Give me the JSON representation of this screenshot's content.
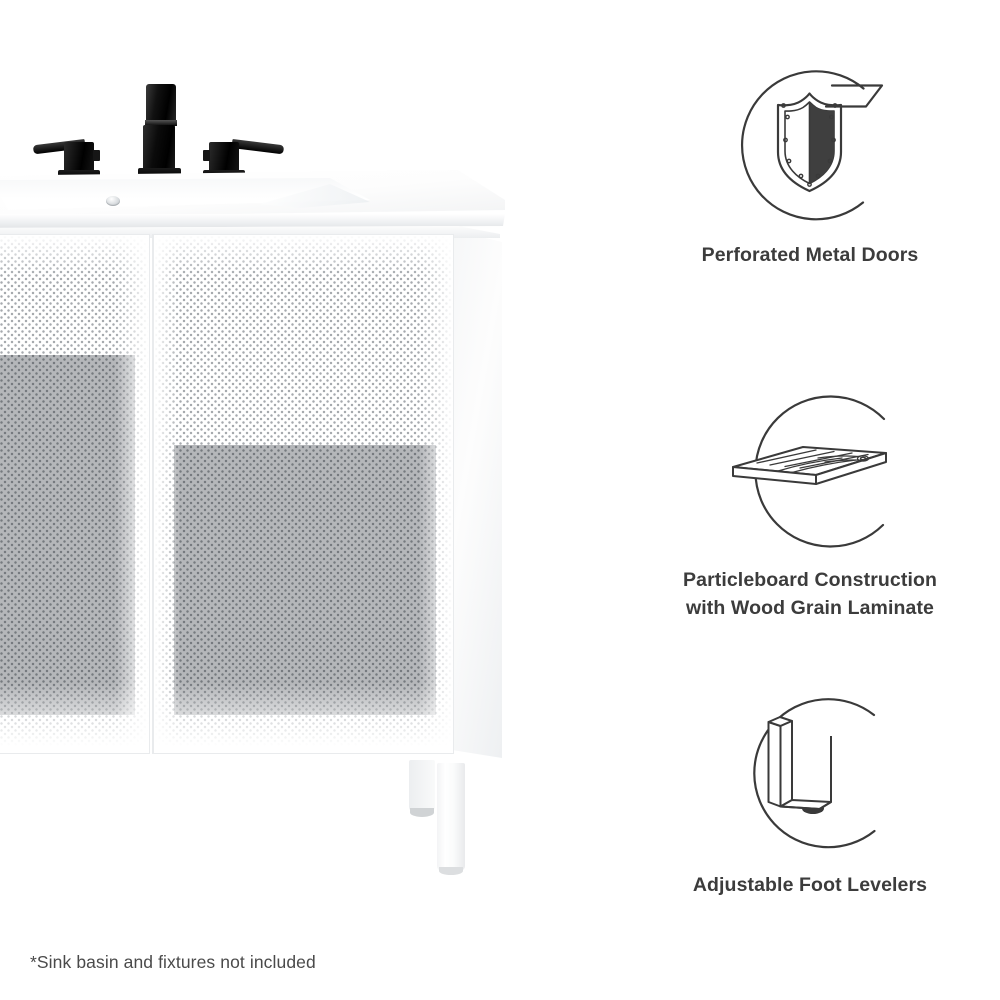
{
  "product": {
    "name": "perforated-metal-bathroom-vanity",
    "faucet": {
      "spout": "faucet-spout",
      "left_handle": "faucet-handle-left",
      "right_handle": "faucet-handle-right",
      "finish_color": "#000000"
    },
    "counter": {
      "name": "sink-counter",
      "color": "#ffffff"
    },
    "cabinet": {
      "doors": [
        "door-left",
        "door-right"
      ],
      "door_surface": "perforated-metal-mesh",
      "body_color": "#ffffff",
      "legs": [
        "leg-front",
        "leg-back"
      ]
    }
  },
  "footnote": {
    "text": "*Sink basin and fixtures not included",
    "color": "#4a4a4a"
  },
  "features": [
    {
      "icon_name": "shield-circle-icon",
      "label": "Perforated Metal Doors"
    },
    {
      "icon_name": "particleboard-slab-circle-icon",
      "label_line1": "Particleboard Construction",
      "label_line2": "with Wood Grain Laminate"
    },
    {
      "icon_name": "foot-leveler-circle-icon",
      "label": "Adjustable Foot Levelers"
    }
  ],
  "theme": {
    "background": "#ffffff",
    "text_color": "#3c3c3c",
    "line_color": "#3a3a3a",
    "shield_fill": "#3f3f3f"
  }
}
